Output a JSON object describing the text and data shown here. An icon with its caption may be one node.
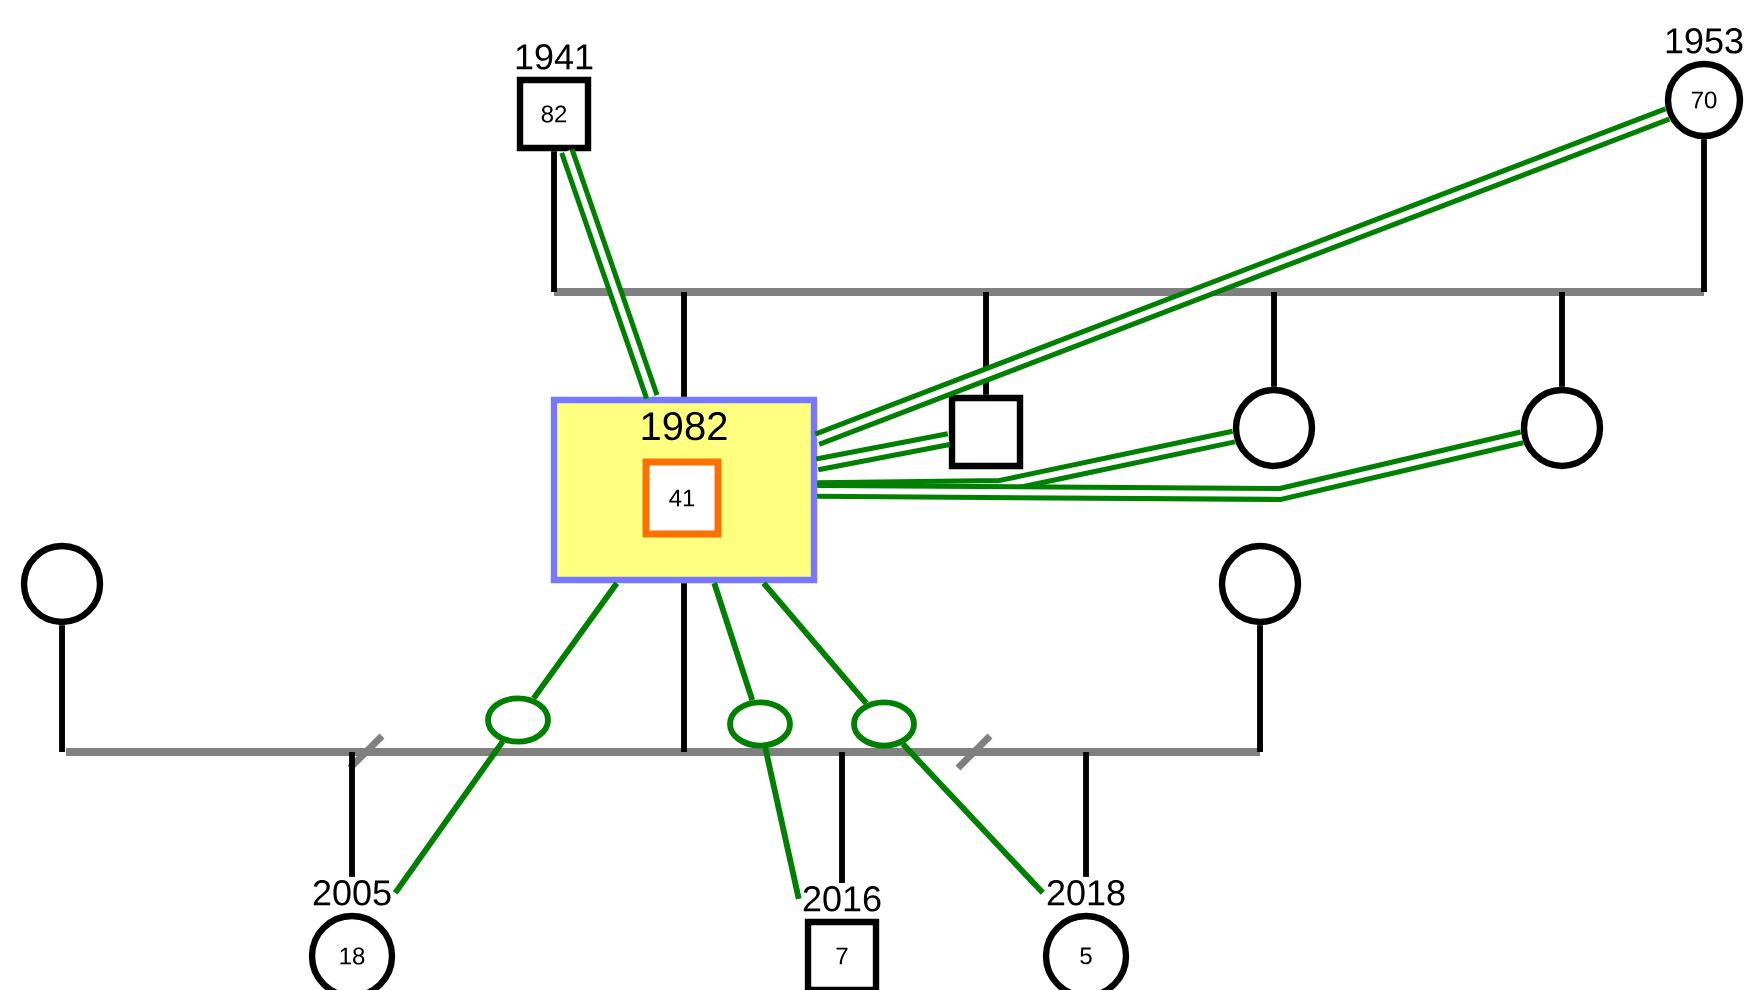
{
  "diagram": {
    "nodes": [
      {
        "text": [
          "1941",
          "82"
        ]
      },
      {
        "text": [
          "1953",
          "70"
        ]
      },
      {
        "text": [],
        "shape": "bar"
      },
      {
        "text": [
          "1982"
        ]
      },
      {
        "text": [
          "41"
        ],
        "in": 3
      },
      {
        "text": [],
        "shape": "box"
      },
      {
        "text": [],
        "shape": "circle"
      },
      {
        "text": [],
        "shape": "circle"
      },
      {
        "text": [],
        "shape": "circle"
      },
      {
        "text": [],
        "shape": "circle"
      },
      {
        "text": [],
        "shape": "bar"
      },
      {
        "text": [
          "2005",
          "18"
        ]
      },
      {
        "text": [
          "2016",
          "7"
        ]
      },
      {
        "text": [
          "2018",
          "5"
        ]
      },
      {
        "text": [],
        "shape": "circle"
      },
      {
        "text": [],
        "shape": "circle"
      },
      {
        "text": [],
        "shape": "circle"
      }
    ],
    "edges": [
      {
        "from": 0,
        "to": 2,
        "arrow": "none"
      },
      {
        "from": 1,
        "to": 2,
        "arrow": "none"
      },
      {
        "from": 2,
        "to": 3,
        "arrow": "none"
      },
      {
        "from": 2,
        "to": 5,
        "arrow": "none"
      },
      {
        "from": 2,
        "to": 6,
        "arrow": "none"
      },
      {
        "from": 2,
        "to": 7,
        "arrow": "none"
      },
      {
        "from": 8,
        "to": 10,
        "arrow": "none"
      },
      {
        "from": 9,
        "to": 10,
        "arrow": "none"
      },
      {
        "from": 3,
        "to": 10,
        "arrow": "none"
      },
      {
        "from": 10,
        "to": 11,
        "arrow": "none"
      },
      {
        "from": 10,
        "to": 12,
        "arrow": "none"
      },
      {
        "from": 10,
        "to": 13,
        "arrow": "none"
      },
      {
        "from": 0,
        "to": 3,
        "arrow": "none",
        "style": "thick",
        "color": "#008000"
      },
      {
        "from": 1,
        "to": 3,
        "arrow": "none",
        "style": "thick",
        "color": "#008000"
      },
      {
        "from": 5,
        "to": 3,
        "arrow": "none",
        "style": "thick",
        "color": "#008000"
      },
      {
        "from": 6,
        "to": 3,
        "arrow": "none",
        "style": "thick",
        "color": "#008000"
      },
      {
        "from": 7,
        "to": 3,
        "arrow": "none",
        "style": "thick",
        "color": "#008000"
      },
      {
        "from": 3,
        "to": 14,
        "arrow": "none",
        "color": "#008000"
      },
      {
        "from": 14,
        "to": 11,
        "arrow": "none",
        "color": "#008000"
      },
      {
        "from": 3,
        "to": 15,
        "arrow": "none",
        "color": "#008000"
      },
      {
        "from": 15,
        "to": 12,
        "arrow": "none",
        "color": "#008000"
      },
      {
        "from": 3,
        "to": 16,
        "arrow": "none",
        "color": "#008000"
      },
      {
        "from": 16,
        "to": 13,
        "arrow": "none",
        "color": "#008000"
      }
    ]
  }
}
